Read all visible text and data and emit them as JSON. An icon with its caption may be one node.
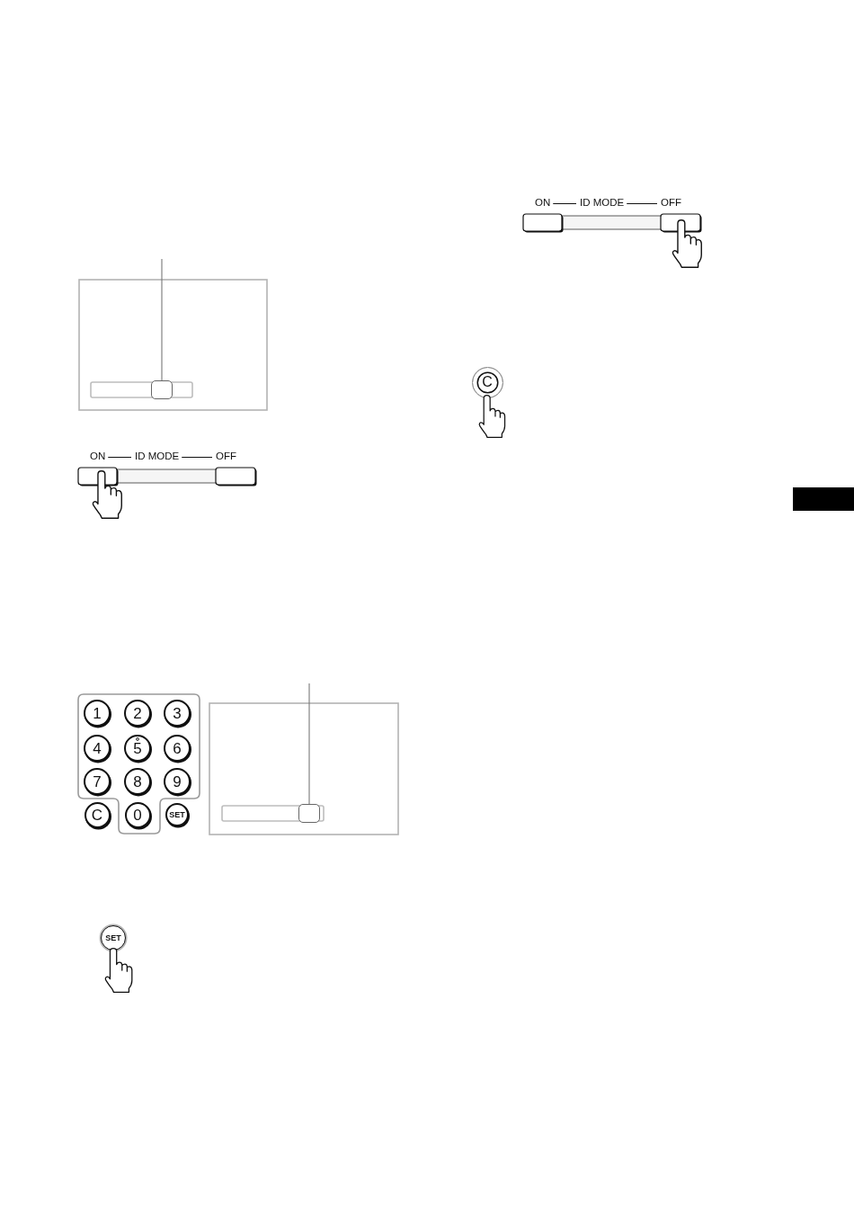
{
  "diagram": {
    "nodes": [
      {
        "text": [],
        "shape": "box"
      },
      {
        "text": [
          "1"
        ]
      },
      {
        "text": [
          "2"
        ]
      },
      {
        "text": [
          "3"
        ]
      },
      {
        "text": [
          "4"
        ]
      },
      {
        "text": [
          "5"
        ]
      },
      {
        "text": [
          "6"
        ]
      },
      {
        "text": [
          "7"
        ]
      },
      {
        "text": [
          "8"
        ]
      },
      {
        "text": [
          "9"
        ]
      },
      {
        "text": [
          "C"
        ]
      },
      {
        "text": [
          "0"
        ]
      },
      {
        "text": [
          "SET"
        ]
      },
      {
        "text": [],
        "shape": "box"
      },
      {
        "text": [
          "SET"
        ]
      },
      {
        "text": [
          "C"
        ]
      }
    ],
    "edges": [
      {
        "from": null,
        "to": 0,
        "arrow": "none"
      },
      {
        "from": null,
        "to": 13,
        "arrow": "none"
      }
    ],
    "labels": [
      "ON",
      "ID MODE",
      "OFF",
      "ON",
      "ID MODE",
      "OFF"
    ]
  }
}
